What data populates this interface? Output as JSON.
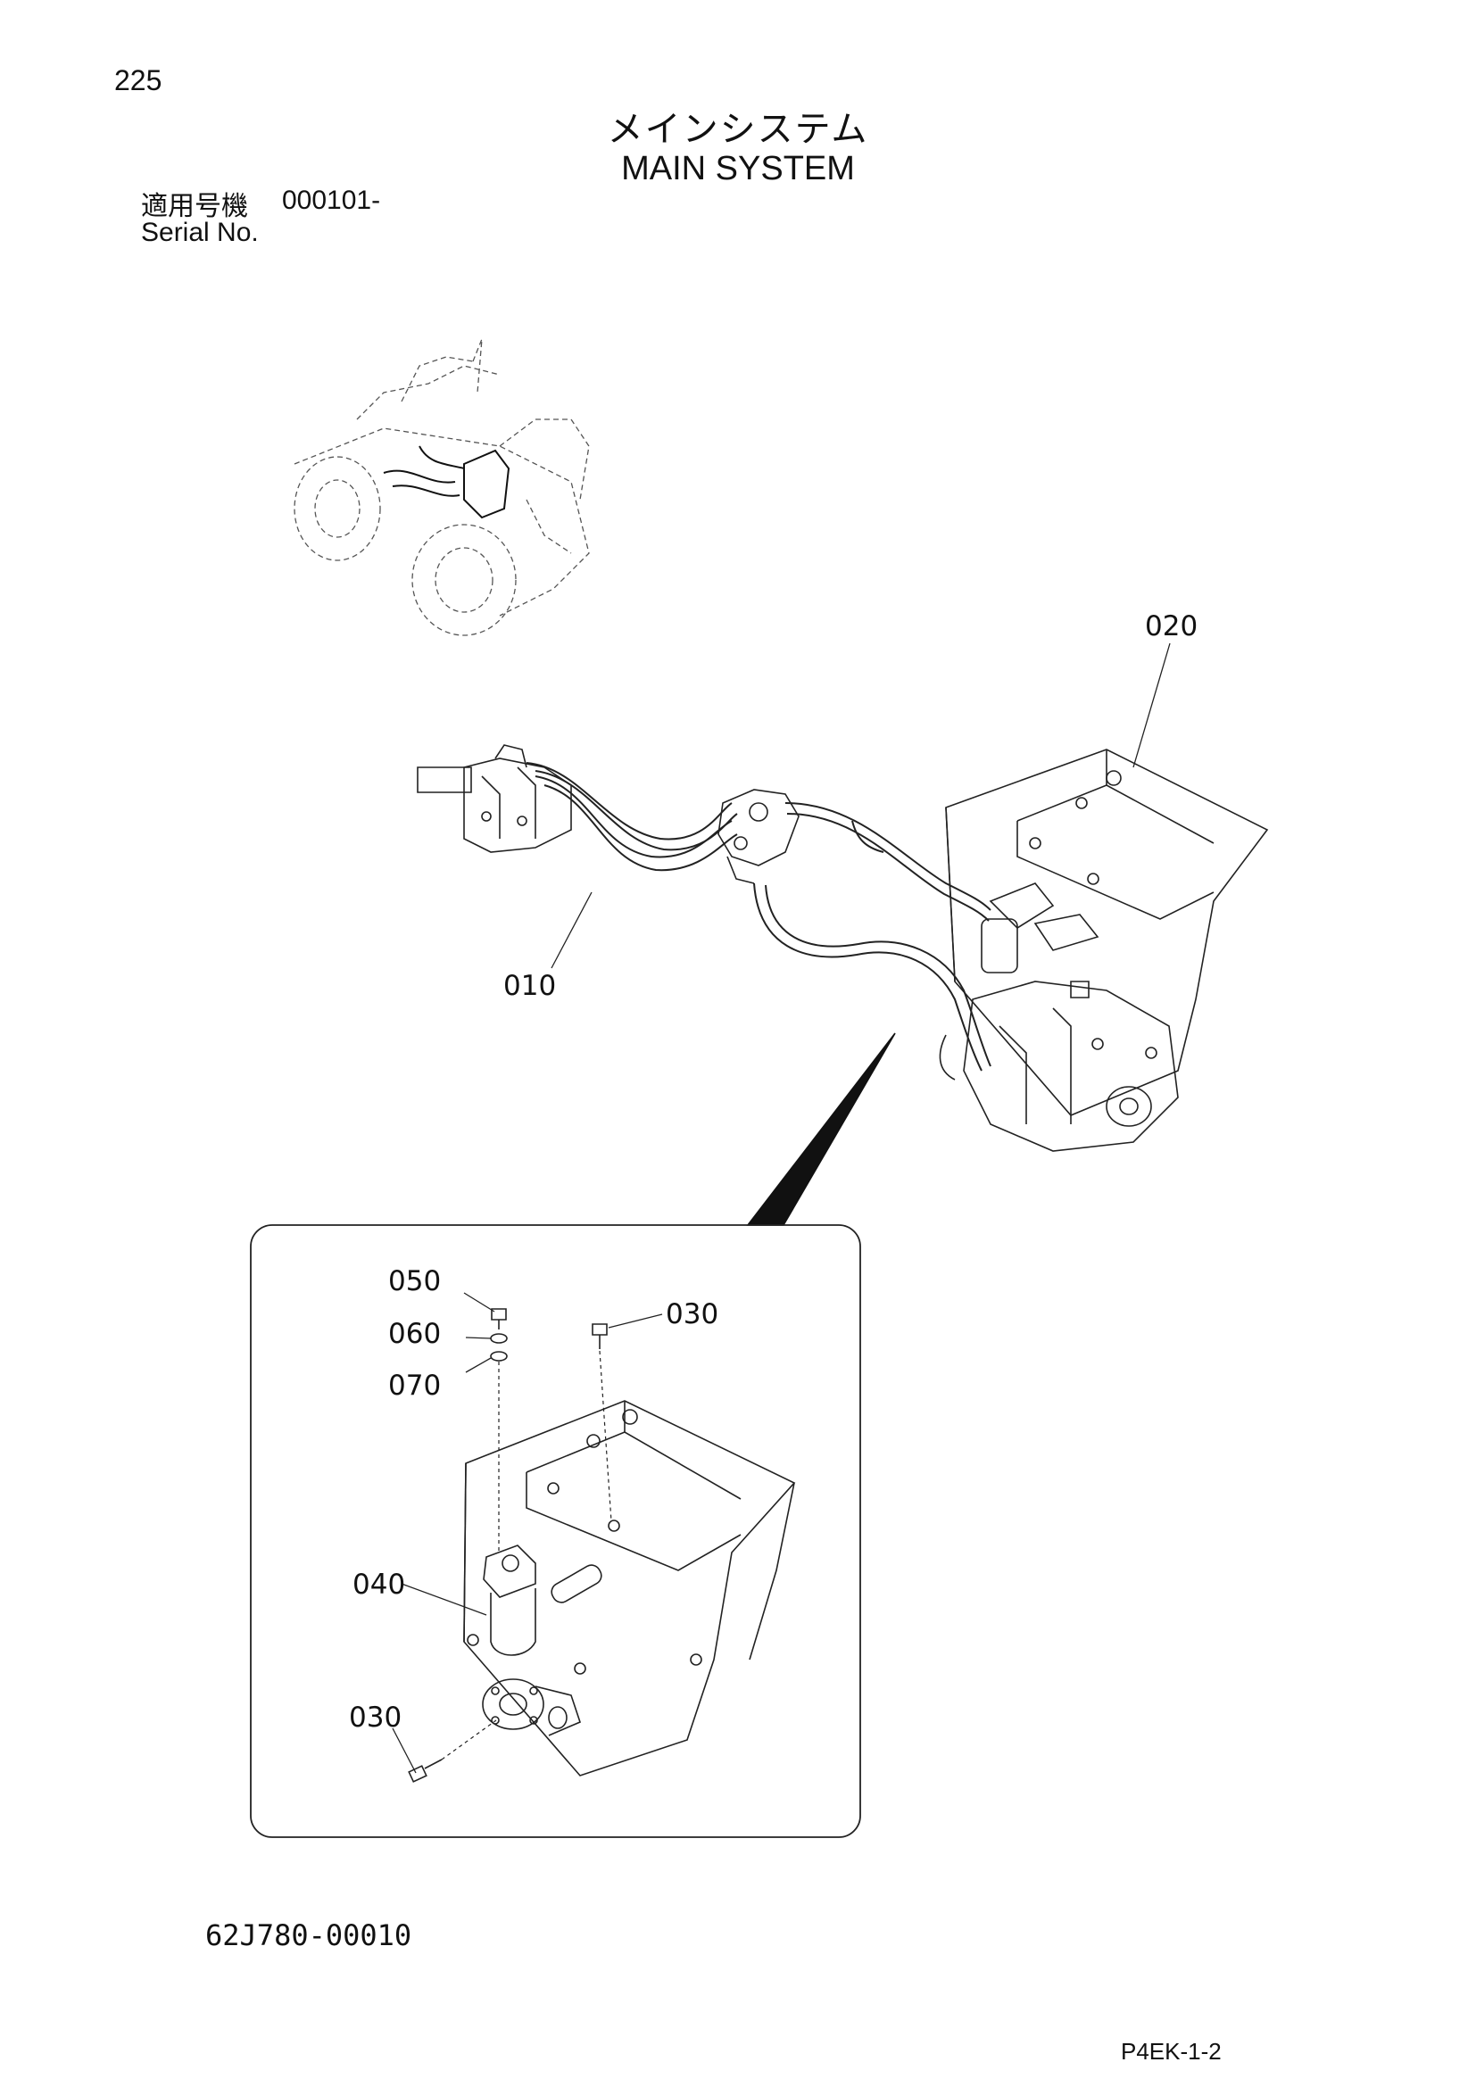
{
  "page_number": "225",
  "title_jp": "メインシステム",
  "title_en": "MAIN SYSTEM",
  "serial": {
    "label_jp": "適用号機",
    "value": "000101-",
    "label_en": "Serial No."
  },
  "callouts": {
    "c010": "010",
    "c020": "020",
    "c030a": "030",
    "c030b": "030",
    "c040": "040",
    "c050": "050",
    "c060": "060",
    "c070": "070"
  },
  "drawing_number": "62J780-00010",
  "page_code": "P4EK-1-2"
}
